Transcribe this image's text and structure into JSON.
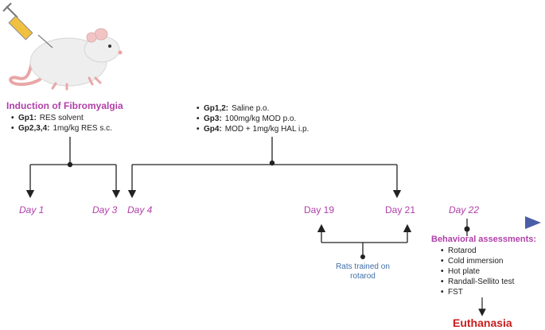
{
  "induction": {
    "title": "Induction of Fibromyalgia",
    "items": [
      {
        "group": "Gp1:",
        "text": "RES solvent"
      },
      {
        "group": "Gp2,3,4:",
        "text": "1mg/kg RES s.c."
      }
    ]
  },
  "treatment": {
    "items": [
      {
        "group": "Gp1,2:",
        "text": "Saline p.o."
      },
      {
        "group": "Gp3:",
        "text": "100mg/kg MOD p.o."
      },
      {
        "group": "Gp4:",
        "text": "MOD + 1mg/kg HAL i.p."
      }
    ]
  },
  "days": {
    "day1": "Day 1",
    "day3": "Day 3",
    "day4": "Day 4",
    "day19": "Day 19",
    "day21": "Day 21",
    "day22": "Day 22"
  },
  "training": {
    "line1": "Rats trained on",
    "line2": "rotarod"
  },
  "assessments": {
    "title": "Behavioral assessments:",
    "items": [
      "Rotarod",
      "Cold immersion",
      "Hot plate",
      "Randall-Sellito test",
      "FST"
    ]
  },
  "endpoint": "Euthanasia",
  "colors": {
    "timeline": "#4a5ea8",
    "accent": "#b040a8",
    "end": "#c81e1e",
    "training_text": "#3f6fa8"
  },
  "icons": [
    "rat-illustration",
    "syringe-icon"
  ]
}
